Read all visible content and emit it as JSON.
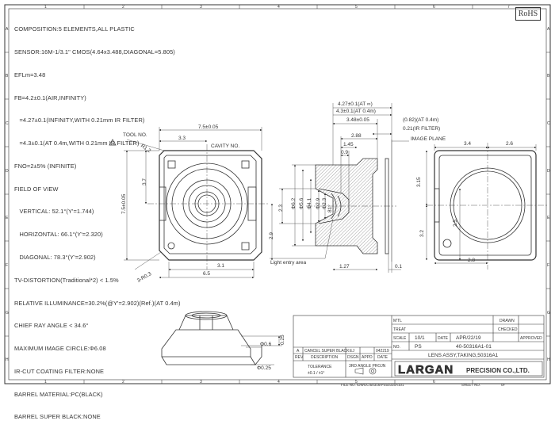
{
  "rohs": "RoHS",
  "border": {
    "columns": [
      "1",
      "2",
      "3",
      "4",
      "5",
      "6",
      "7"
    ],
    "rows": [
      "A",
      "B",
      "C",
      "D",
      "E",
      "F",
      "G",
      "H"
    ]
  },
  "specs": [
    "COMPOSITION:5 ELEMENTS,ALL PLASTIC",
    "SENSOR:16M-1/3.1\" CMOS(4.64x3.488,DIAGONAL=5.805)",
    "EFLm=3.48",
    "FB=4.2±0.1(AIR,INFINITY)",
    "   =4.27±0.1(INFINITY,WITH 0.21mm IR FILTER)",
    "   =4.3±0.1(AT 0.4m,WITH 0.21mm IR FILTER)",
    "FNO=2±5% (INFINITE)",
    "FIELD OF VIEW",
    "   VERTICAL: 52.1°(Y'=1.744)",
    "   HORIZONTAL: 66.1°(Y'=2.320)",
    "   DIAGONAL: 78.3°(Y'=2.902)",
    "TV-DISTORTION(Traditional*2) < 1.5%",
    "RELATIVE ILLUMINANCE=30.2%(@Y'=2.902)(Ref.)(AT 0.4m)",
    "CHIEF RAY ANGLE < 34.6°",
    "MAXIMUM IMAGE CIRCLE:Φ6.08",
    "IR-CUT COATING FILTER:NONE",
    "BARREL MATERIAL:PC(BLACK)",
    "BARREL SUPER BLACK:NONE"
  ],
  "front_view": {
    "width_dim": "7.5±0.05",
    "height_dim": "7.5±0.05",
    "dim_3_3": "3.3",
    "dim_3_7": "3.7",
    "dim_2_9": "2.9",
    "dim_3_1": "3.1",
    "dim_6_5": "6.5",
    "r1_2": "R1.2",
    "r0_3": "3-R0.3",
    "tool_no": "TOOL NO.",
    "cavity_no": "CAVITY NO."
  },
  "section_view": {
    "fb1": "4.27±0.1(AT ∞)",
    "fb2": "4.3±0.1(AT 0.4m)",
    "d_3_48": "3.48±0.05",
    "d_0_82": "(0.82)(AT 0.4m)",
    "d_0_21": "0.21(IR FILTER)",
    "d_2_88": "2.88",
    "image_plane": "IMAGE PLANE",
    "d_1_45": "1.45",
    "d_0_9": "0.9",
    "phi_6_2": "Φ6.2",
    "phi_5_6": "Φ5.6",
    "phi_4_1": "Φ4.1",
    "phi_2_9": "Φ2.9",
    "phi_2_3": "Φ2.3",
    "deg_81": "81°",
    "dim_2_3": "2.3",
    "light_entry": "Light entry area",
    "d_1_27": "1.27",
    "d_0_1": "0.1"
  },
  "back_view": {
    "d_3_4": "3.4",
    "d_2_6": "2.6",
    "d_3_15": "3.15",
    "d_3_2": "3.2",
    "d_2_5": "2.5",
    "d_2_8": "2.8"
  },
  "detail_view": {
    "d_0_25_top": "0.25",
    "d_0_6": "Φ0.6",
    "d_0_25_bottom": "Φ0.25"
  },
  "title_block": {
    "mtl": "M'TL",
    "treat": "TREAT",
    "scale_label": "SCALE",
    "scale": "10/1",
    "date_label": "DATE",
    "date": "APR/22/19",
    "no_label": "NO.",
    "ps": "PS",
    "part_no": "40-50316A1-01",
    "drawn": "DRAWN",
    "checked": "CHECKED",
    "approved": "APPROVED",
    "title": "LENS ASSY,TAKING,50316A1",
    "rev_note": "CANCEL SUPER BLACK",
    "rev_by": "EJ",
    "rev_date": "042219",
    "rev_a": "A",
    "rev_label": "REV",
    "description": "DESCRIPTION",
    "dsgn": "DSGN",
    "appd": "APPD",
    "date_col": "DATE",
    "tolerance": "TOLERANCE",
    "tolerance_val": "±0.1 / ±1°",
    "projection": "3RD ANGLE PROJN",
    "logo": "LARGAN",
    "company": "PRECISION CO.,LTD.",
    "file_no": "FILE NO. \\DWGC\\50316\\PS50316A101",
    "sheet_no": "SHEET NO.",
    "sheet_val": "0F"
  }
}
